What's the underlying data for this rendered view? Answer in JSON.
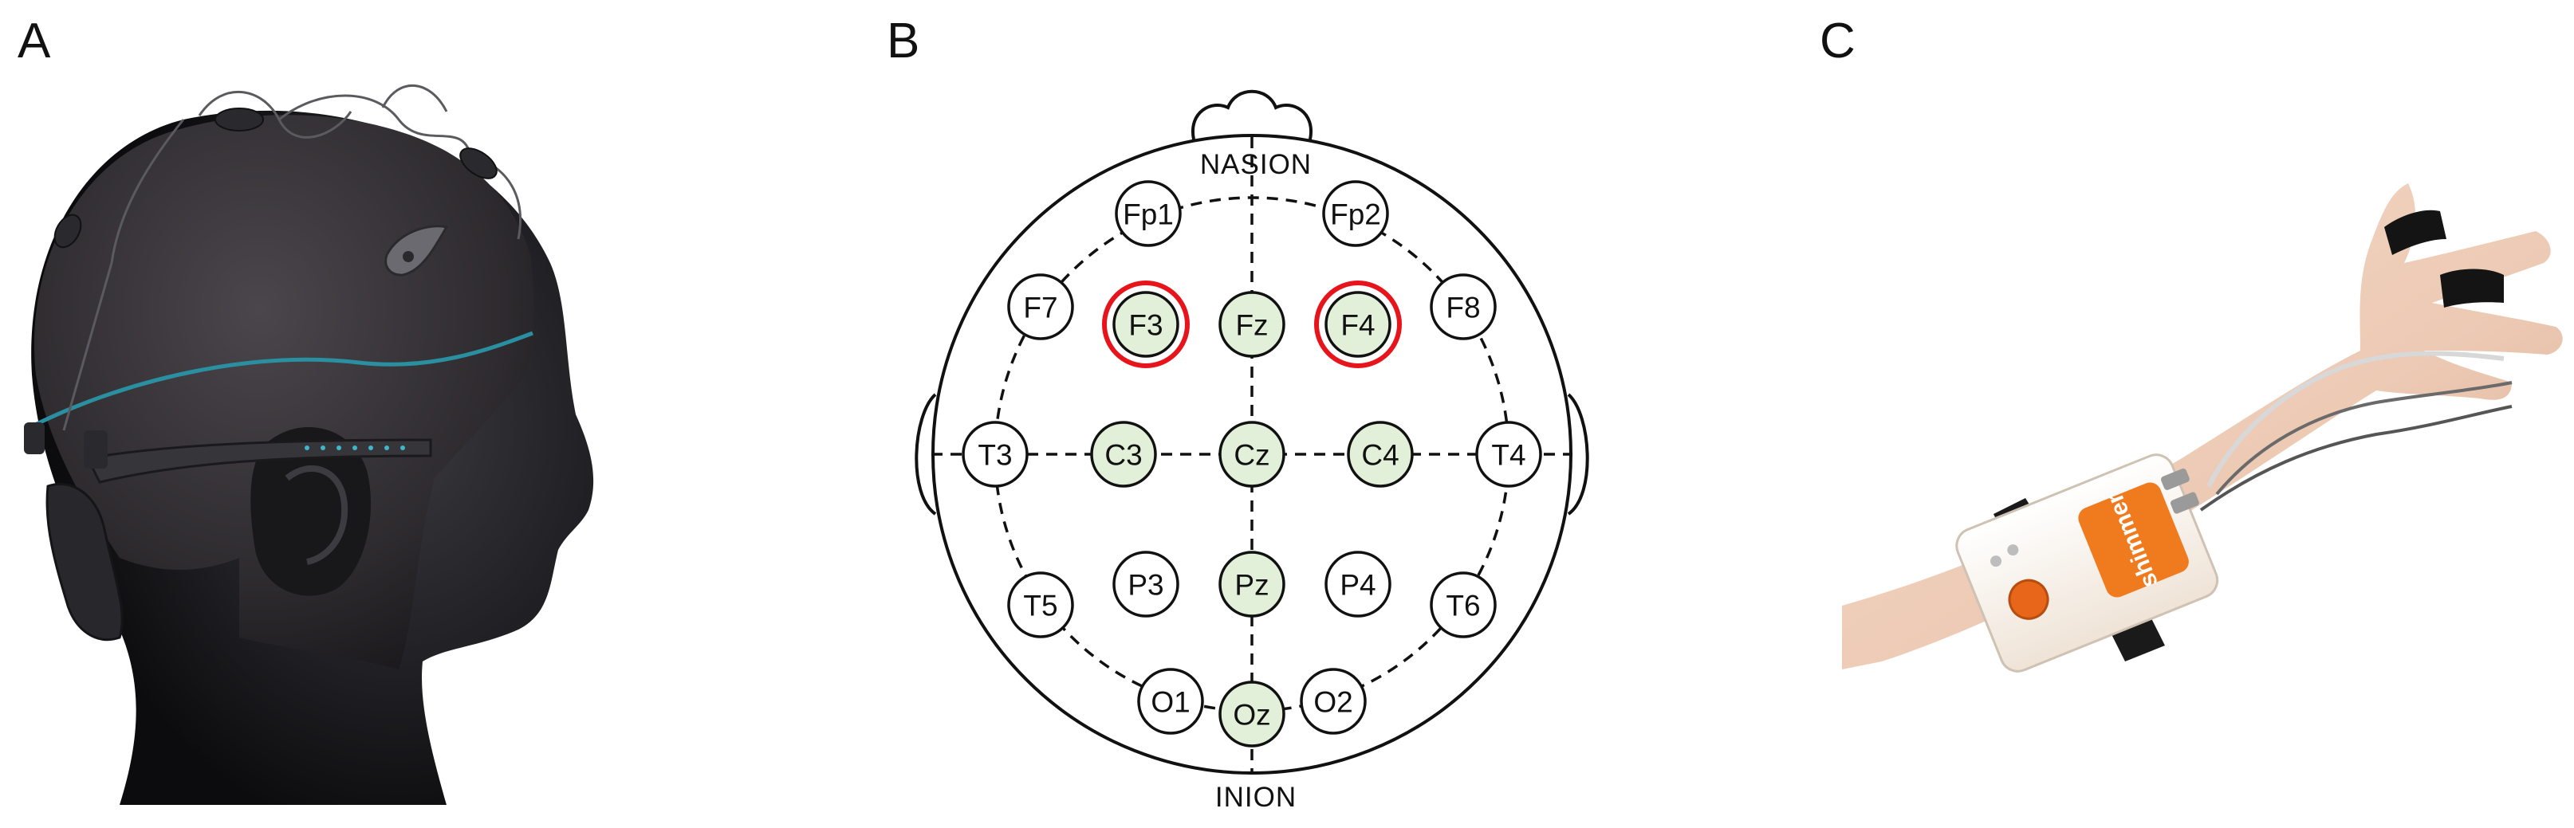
{
  "panels": [
    {
      "id": "A",
      "letter": "A",
      "content": "photo-eeg-cap-on-mannequin-head"
    },
    {
      "id": "B",
      "letter": "B",
      "content": "eeg-10-20-electrode-map"
    },
    {
      "id": "C",
      "letter": "C",
      "content": "photo-gsr-sensor-on-wrist"
    }
  ],
  "montage": {
    "landmarks": {
      "top": "NASION",
      "bottom": "INION"
    },
    "electrodes": [
      {
        "label": "Fp1",
        "state": "unused"
      },
      {
        "label": "Fp2",
        "state": "unused"
      },
      {
        "label": "F7",
        "state": "unused"
      },
      {
        "label": "F3",
        "state": "active-highlighted"
      },
      {
        "label": "Fz",
        "state": "active"
      },
      {
        "label": "F4",
        "state": "active-highlighted"
      },
      {
        "label": "F8",
        "state": "unused"
      },
      {
        "label": "T3",
        "state": "unused"
      },
      {
        "label": "C3",
        "state": "active"
      },
      {
        "label": "Cz",
        "state": "active"
      },
      {
        "label": "C4",
        "state": "active"
      },
      {
        "label": "T4",
        "state": "unused"
      },
      {
        "label": "T5",
        "state": "unused"
      },
      {
        "label": "P3",
        "state": "unused"
      },
      {
        "label": "Pz",
        "state": "active"
      },
      {
        "label": "P4",
        "state": "unused"
      },
      {
        "label": "T6",
        "state": "unused"
      },
      {
        "label": "O1",
        "state": "unused"
      },
      {
        "label": "Oz",
        "state": "active"
      },
      {
        "label": "O2",
        "state": "unused"
      }
    ],
    "colors": {
      "active_fill": "#e3f0d9",
      "unused_fill": "#ffffff",
      "highlight_ring": "#e8141c",
      "outline": "#111111"
    }
  },
  "device": {
    "brand_text": "shimmer"
  },
  "colors": {
    "cap": "#2e2b2f",
    "head": "#1c1c1f",
    "cap_seam": "#2a8fa0",
    "skin": "#ecc9b3",
    "device_body": "#fdf6ee",
    "device_accent": "#f07a1e",
    "strap": "#1a1a1a"
  }
}
